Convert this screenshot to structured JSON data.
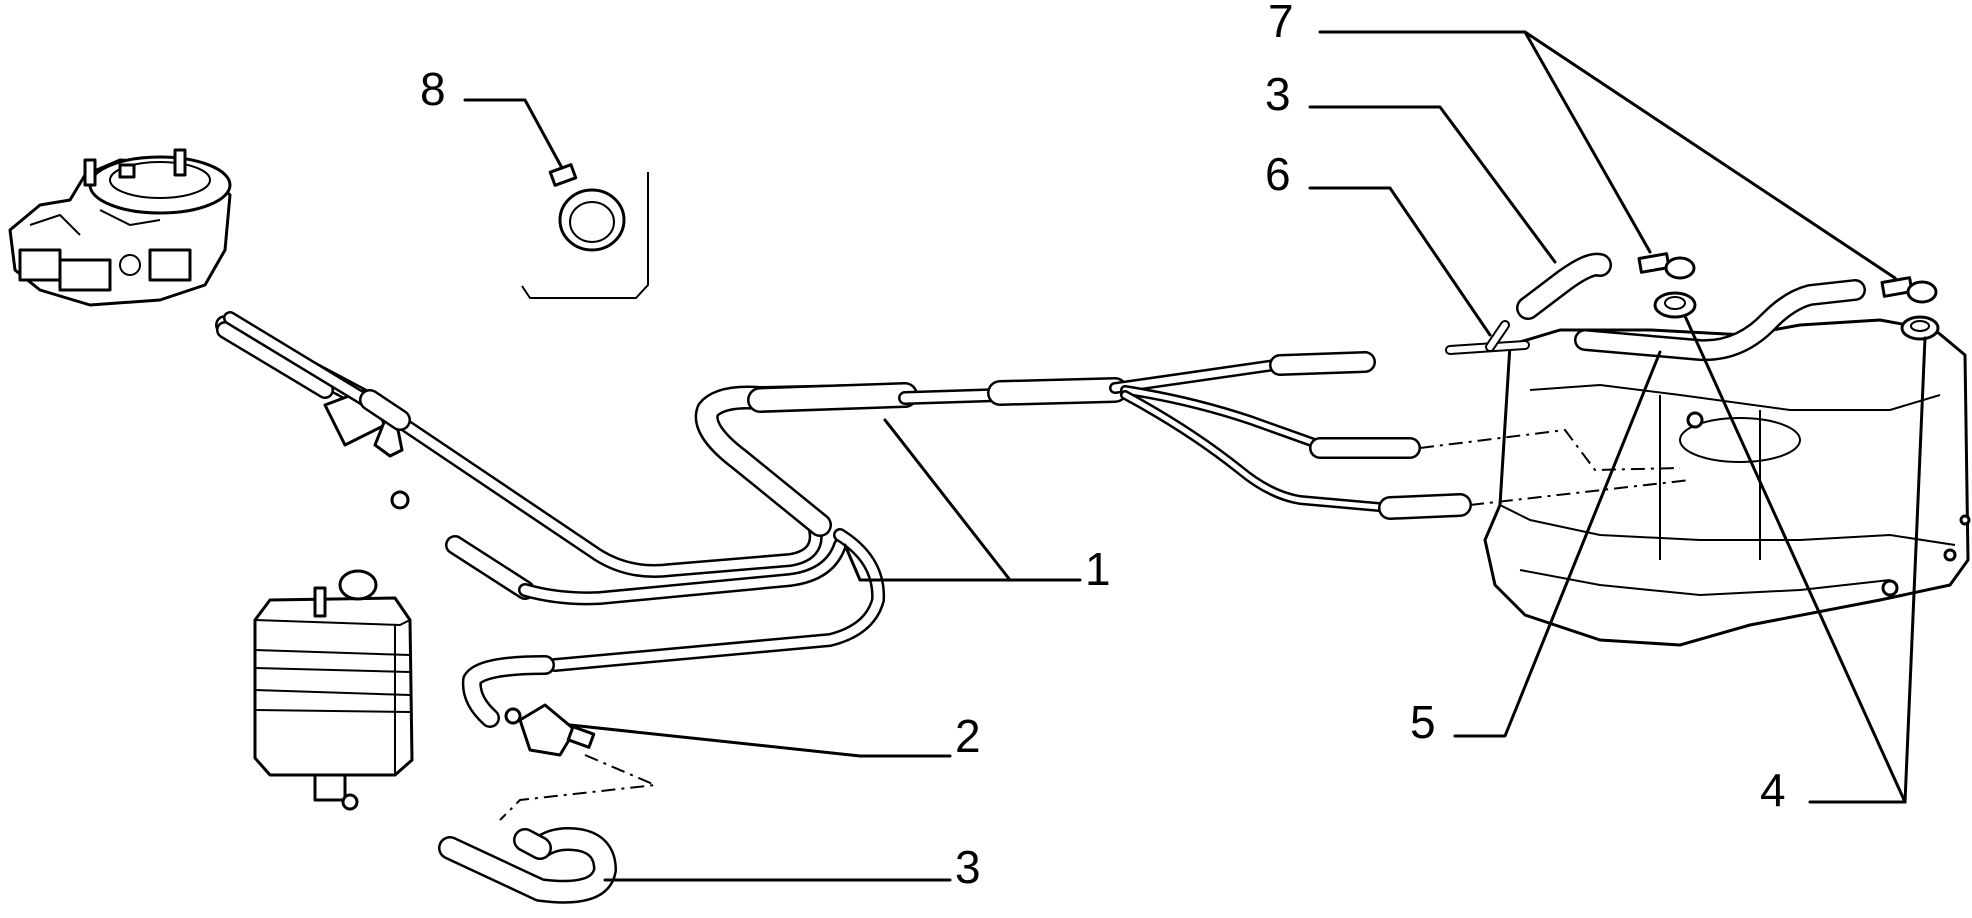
{
  "colors": {
    "ink": "#000000",
    "paper": "#ffffff"
  },
  "callouts": [
    {
      "id": "1",
      "text": "1"
    },
    {
      "id": "2",
      "text": "2"
    },
    {
      "id": "3a",
      "text": "3"
    },
    {
      "id": "3b",
      "text": "3"
    },
    {
      "id": "4",
      "text": "4"
    },
    {
      "id": "5",
      "text": "5"
    },
    {
      "id": "6",
      "text": "6"
    },
    {
      "id": "7",
      "text": "7"
    },
    {
      "id": "8",
      "text": "8"
    }
  ]
}
